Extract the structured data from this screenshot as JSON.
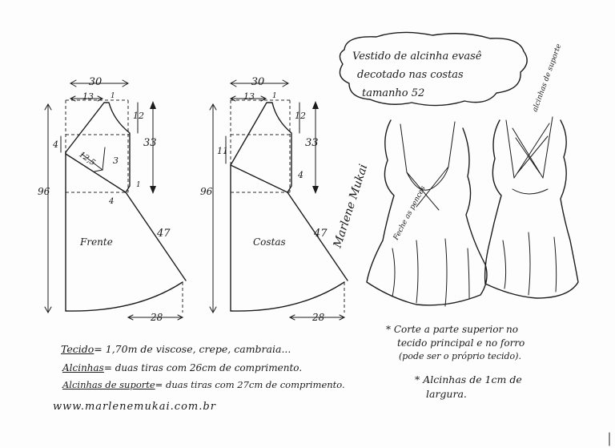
{
  "title": {
    "line1": "Vestido de alcinha evasê",
    "line2": "decotado nas costas",
    "line3": "tamanho 52"
  },
  "front": {
    "label": "Frente",
    "width_top": "30",
    "shoulder": "13",
    "notch": "1",
    "armhole_depth": "12",
    "to_waist": "33",
    "length": "96",
    "neck_drop": "4",
    "dart_pos": "12,5",
    "dart_width": "3",
    "side_notch": "4",
    "side_one": "1",
    "skirt": "47",
    "hem": "28"
  },
  "back": {
    "label": "Costas",
    "width_top": "30",
    "shoulder": "13",
    "notch": "1",
    "armhole_depth": "12",
    "to_waist": "33",
    "length": "96",
    "neck_drop": "11",
    "side_notch": "4",
    "skirt": "47",
    "hem": "28"
  },
  "illustration": {
    "front_note": "Feche as pences",
    "back_note": "alcinhas de suporte",
    "signature": "Marlene Mukai"
  },
  "notes": {
    "fabric_label": "Tecido",
    "fabric_value": "= 1,70m de viscose, crepe, cambraia...",
    "straps_label": "Alcinhas",
    "straps_value": "= duas tiras com 26cm de comprimento.",
    "support_label": "Alcinhas de suporte",
    "support_value": "= duas tiras com 27cm de comprimento.",
    "website": "www.marlenemukai.com.br",
    "cut_note_1": "* Corte a parte superior no",
    "cut_note_2": "tecido principal e no forro",
    "cut_note_3": "(pode ser o próprio tecido).",
    "strap_width_1": "* Alcinhas de 1cm de",
    "strap_width_2": "largura."
  }
}
